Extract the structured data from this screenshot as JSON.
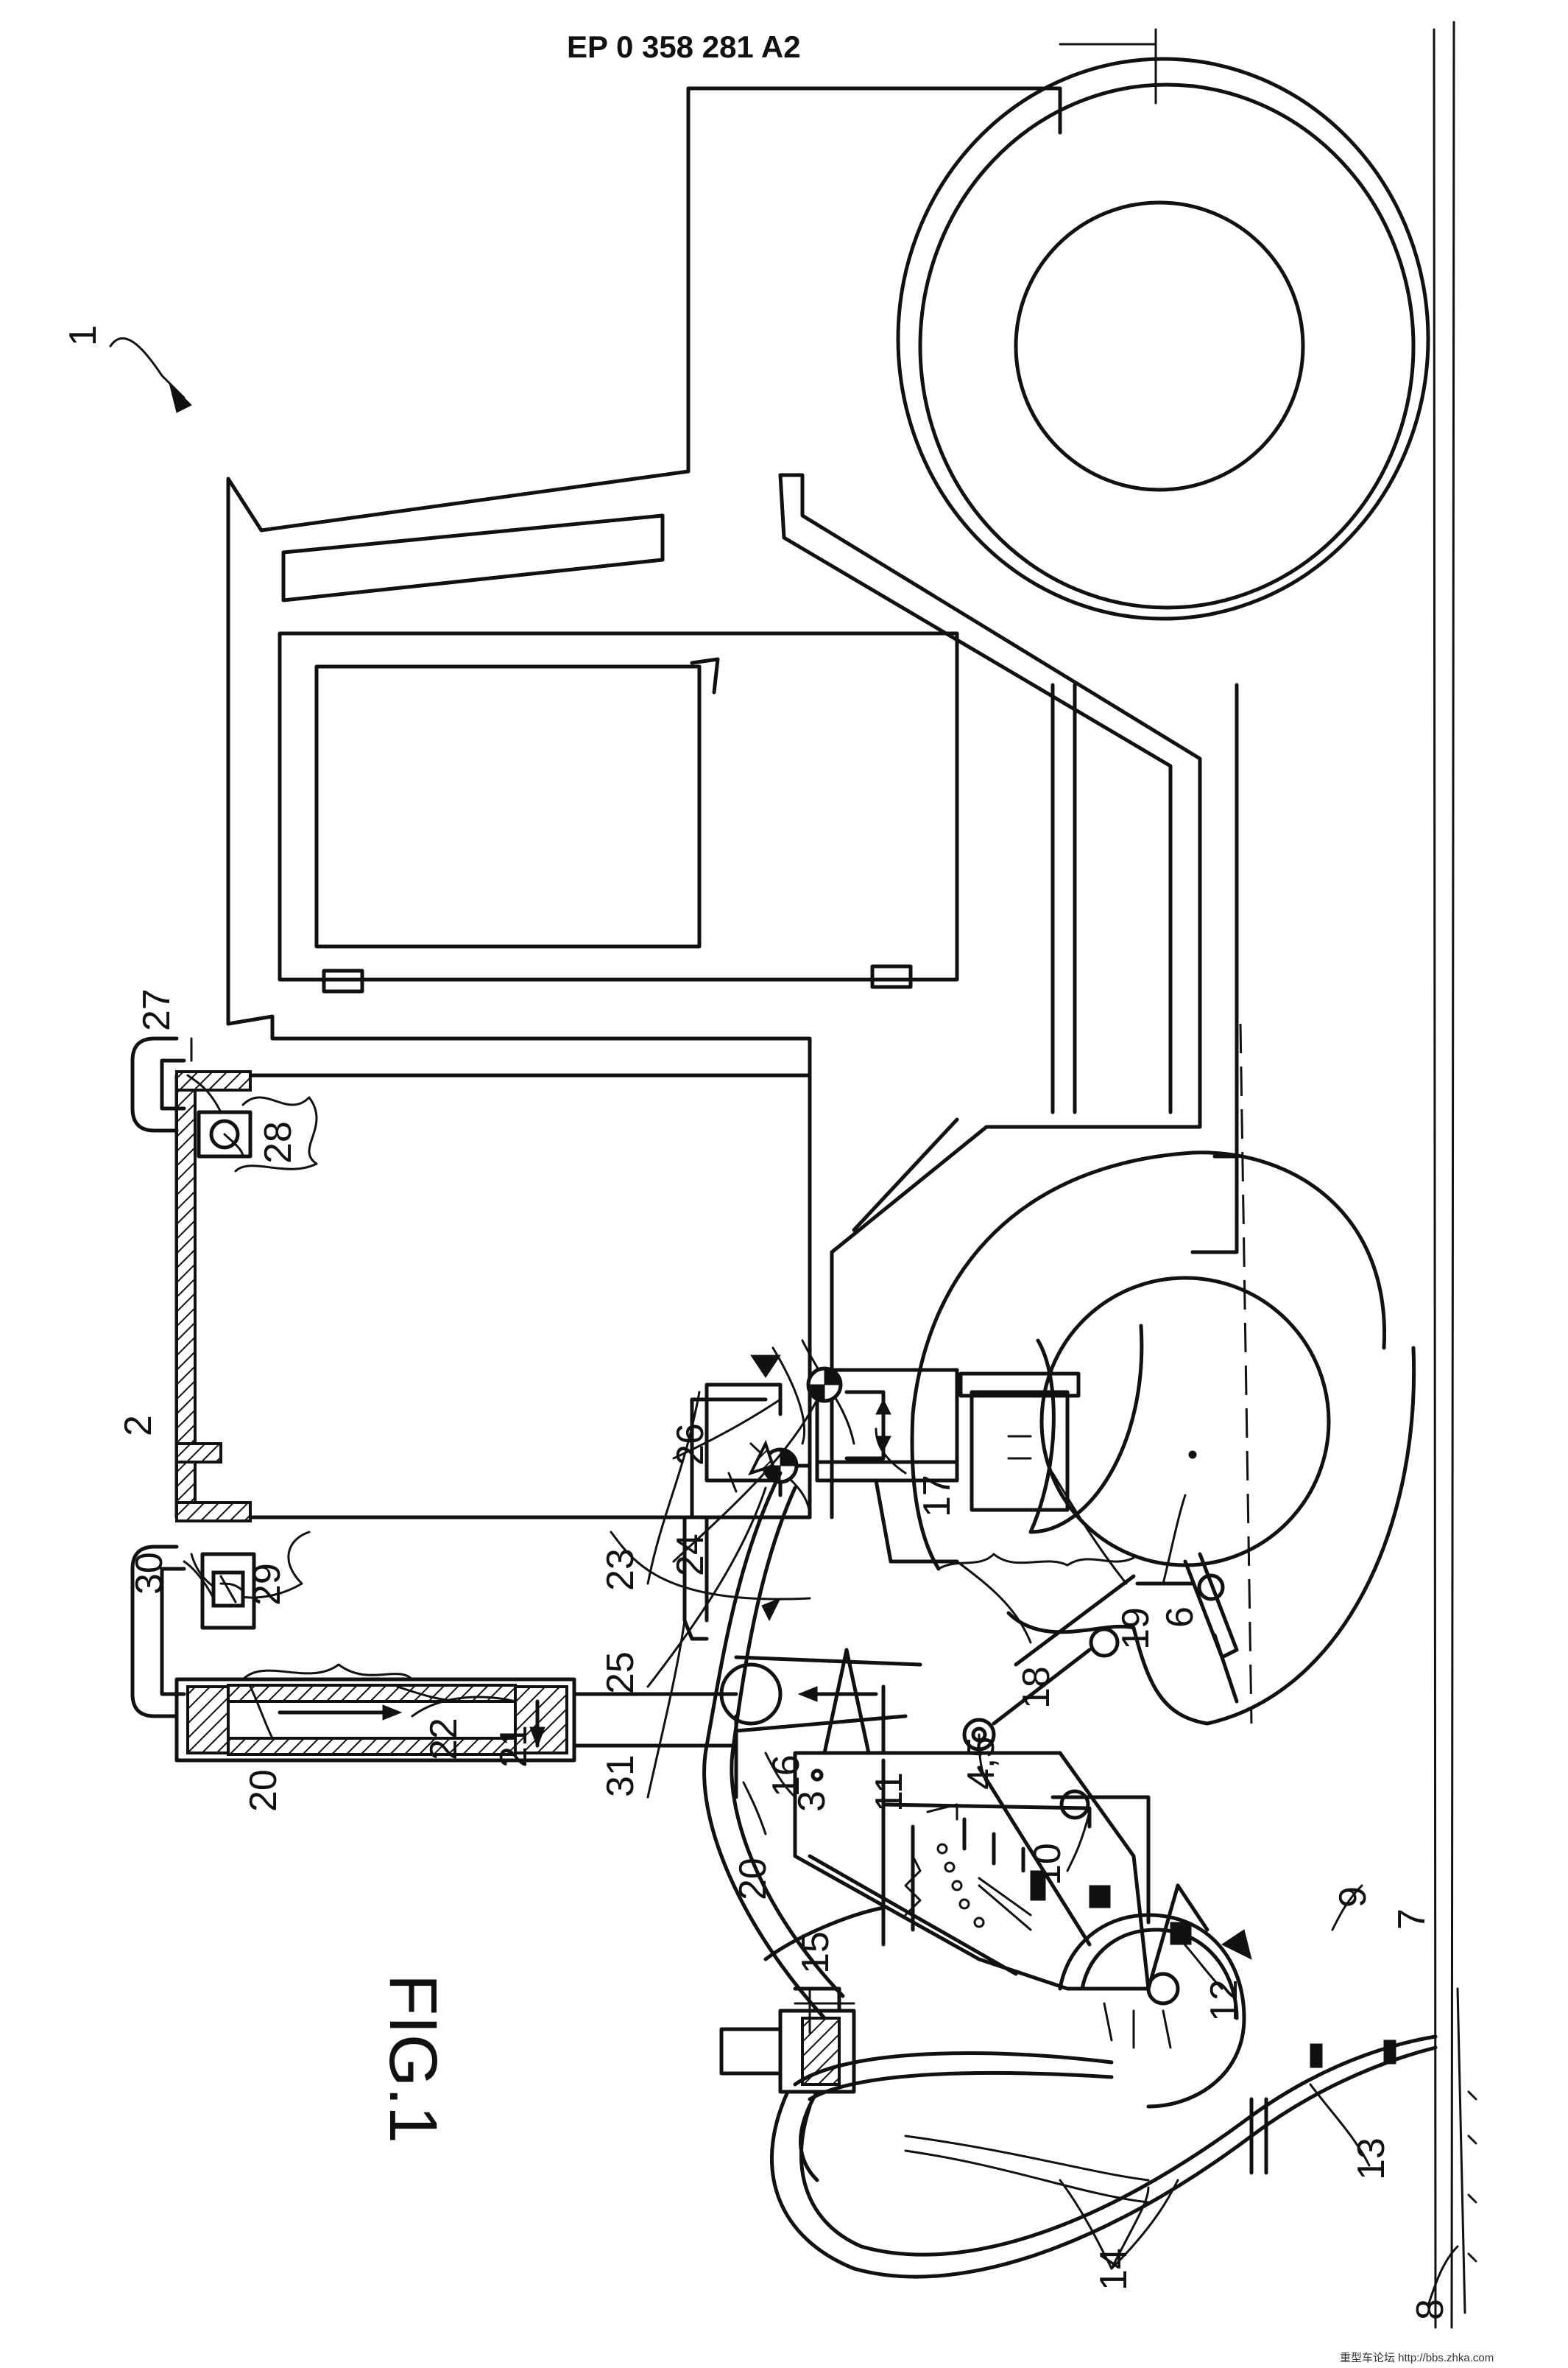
{
  "header": {
    "publication": "EP 0 358 281 A2"
  },
  "figure": {
    "caption": "FIG.1",
    "labels": {
      "l1": "1",
      "l2": "2",
      "l3": "3",
      "l45": "4,5",
      "l6": "6",
      "l7": "7",
      "l8": "8",
      "l9": "9",
      "l10": "10",
      "l11": "11",
      "l12": "12",
      "l13": "13",
      "l14": "14",
      "l15": "15",
      "l16": "16",
      "l17": "17",
      "l18": "18",
      "l19": "19",
      "l20a": "20",
      "l20b": "20",
      "l21": "21",
      "l22": "22",
      "l23": "23",
      "l24": "24",
      "l25": "25",
      "l26": "26",
      "l27": "27",
      "l28": "28",
      "l29": "29",
      "l30": "30",
      "l31": "31"
    }
  },
  "watermark": {
    "text": "重型车论坛 http://bbs.zhka.com"
  }
}
